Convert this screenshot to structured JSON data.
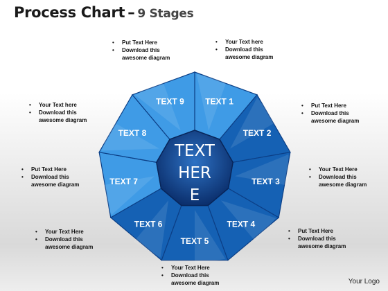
{
  "header": {
    "title": "Process Chart",
    "dash": "–",
    "subtitle": "9 Stages"
  },
  "diagram": {
    "segments": [
      {
        "label": "TEXT 1"
      },
      {
        "label": "TEXT 2"
      },
      {
        "label": "TEXT 3"
      },
      {
        "label": "TEXT 4"
      },
      {
        "label": "TEXT 5"
      },
      {
        "label": "TEXT 6"
      },
      {
        "label": "TEXT 7"
      },
      {
        "label": "TEXT 8"
      },
      {
        "label": "TEXT 9"
      }
    ],
    "center_lines": [
      "TEXT",
      "HER",
      "E"
    ],
    "colors": {
      "segment_light": "#3f9be6",
      "segment_dark": "#1561b4",
      "segment_edge": "#0c3f86",
      "center_light": "#2e72c4",
      "center_dark": "#0a2d6a"
    }
  },
  "notes": [
    {
      "name": "note-1",
      "lines": [
        "Your Text  here",
        "Download this",
        "awesome diagram"
      ]
    },
    {
      "name": "note-2",
      "lines": [
        "Put Text Here",
        "Download this",
        "awesome diagram"
      ]
    },
    {
      "name": "note-3",
      "lines": [
        "Your Text Here",
        "Download this",
        "awesome diagram"
      ]
    },
    {
      "name": "note-4",
      "lines": [
        "Put Text Here",
        "Download this",
        "awesome diagram"
      ]
    },
    {
      "name": "note-5",
      "lines": [
        "Your Text Here",
        "Download this",
        "awesome diagram"
      ]
    },
    {
      "name": "note-6",
      "lines": [
        "Your Text Here",
        "Download this",
        "awesome diagram"
      ]
    },
    {
      "name": "note-7",
      "lines": [
        "Put Text Here",
        "Download this",
        "awesome diagram"
      ]
    },
    {
      "name": "note-8",
      "lines": [
        "Your Text  here",
        "Download this",
        "awesome diagram"
      ]
    },
    {
      "name": "note-9",
      "lines": [
        "Put Text Here",
        "Download this",
        "awesome diagram"
      ]
    }
  ],
  "footer": {
    "logo": "Your Logo"
  }
}
